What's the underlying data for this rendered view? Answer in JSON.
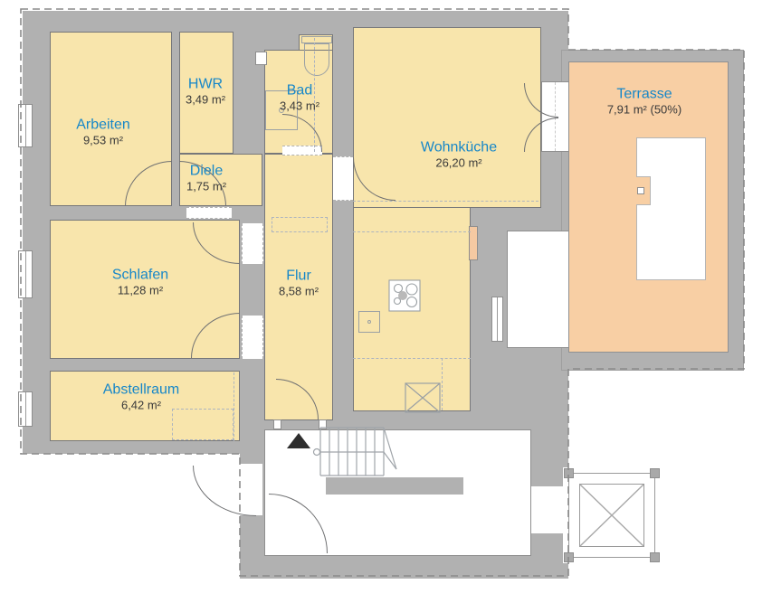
{
  "rooms": [
    {
      "id": "arbeiten",
      "name": "Arbeiten",
      "area": "9,53 m²"
    },
    {
      "id": "hwr",
      "name": "HWR",
      "area": "3,49 m²"
    },
    {
      "id": "bad",
      "name": "Bad",
      "area": "3,43 m²"
    },
    {
      "id": "diele",
      "name": "Diele",
      "area": "1,75 m²"
    },
    {
      "id": "wohnkueche",
      "name": "Wohnküche",
      "area": "26,20 m²"
    },
    {
      "id": "schlafen",
      "name": "Schlafen",
      "area": "11,28 m²"
    },
    {
      "id": "flur",
      "name": "Flur",
      "area": "8,58 m²"
    },
    {
      "id": "abstellraum",
      "name": "Abstellraum",
      "area": "6,42 m²"
    },
    {
      "id": "terrasse",
      "name": "Terrasse",
      "area": "7,91 m² (50%)"
    }
  ],
  "colors": {
    "wall": "#b1b1b1",
    "room_fill": "#f8e5ac",
    "terrace_fill": "#f8cfa4",
    "room_name_text": "#1787c8",
    "area_text": "#3a3a3a",
    "outline": "#6f7072",
    "boundary_dash": "#8a8a8a"
  },
  "icons": [
    "entrance-arrow-icon",
    "stairs-icon",
    "elevator-icon",
    "cooktop-icon",
    "kitchen-sink-icon",
    "toilet-icon",
    "washbasin-icon",
    "shaft-x-icon"
  ]
}
